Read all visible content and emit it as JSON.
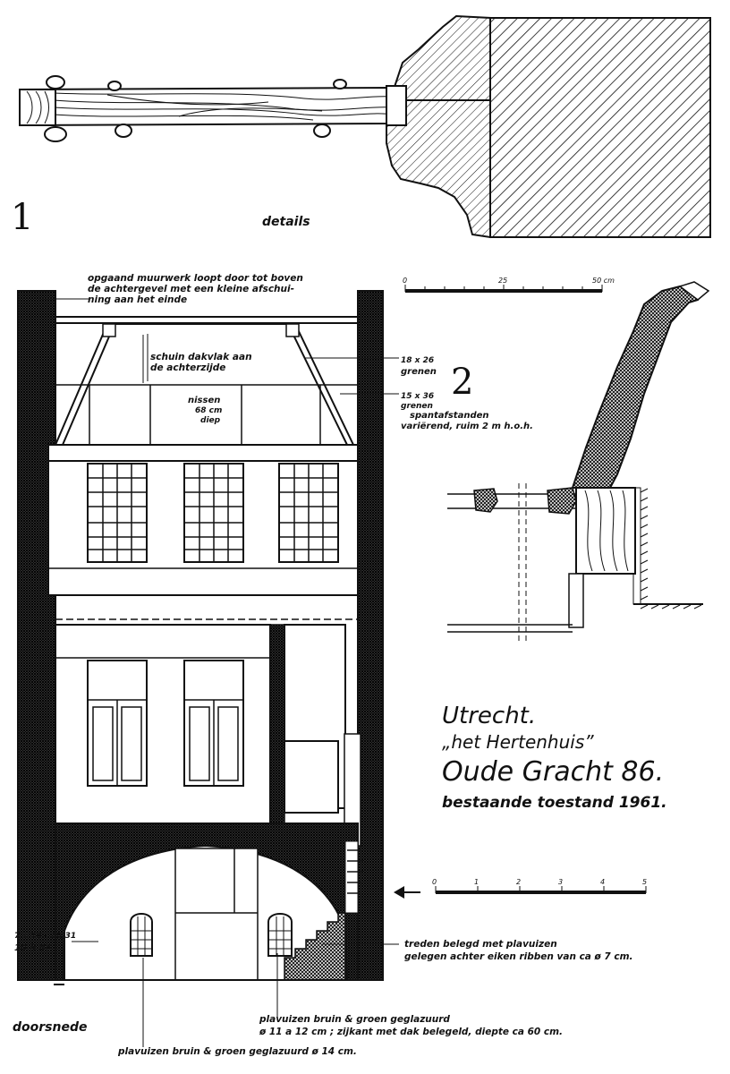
{
  "sheet": {
    "detail_number": "1",
    "detail_caption": "details",
    "section_number": "2",
    "section_caption": "doorsnede"
  },
  "title_block": {
    "line1": "Utrecht.",
    "line2": "„het Hertenhuis”",
    "line3": "Oude Gracht 86.",
    "line4": "bestaande toestand 1961."
  },
  "scales": {
    "detail": {
      "ticks": [
        "0",
        "25",
        "50 cm"
      ]
    },
    "section": {
      "ticks": [
        "0",
        "1",
        "2",
        "3",
        "4",
        "5"
      ]
    }
  },
  "annotations": {
    "masonry_line1": "opgaand muurwerk loopt door tot boven",
    "masonry_line2": "de achtergevel met een kleine afschui-",
    "masonry_line3": "ning aan het einde",
    "roof_line1": "schuin dakvlak aan",
    "roof_line2": "de achterzijde",
    "niche_line1": "nissen",
    "niche_line2": "68 cm",
    "niche_line3": "diep",
    "beam1_size": "18 x 26",
    "beam1_wood": "grenen",
    "beam2_size": "15 x 36",
    "beam2_wood": "grenen",
    "spacing_line1": "spantafstanden",
    "spacing_line2": "variërend, ruim 2 m h.o.h.",
    "joist_line1": "7 x 18 - 30/31",
    "joist_line2": "10 à 86",
    "steps_line1": "treden belegd met plavuizen",
    "steps_line2": "gelegen achter eiken ribben van ca ø 7 cm.",
    "floor_line1": "plavuizen bruin & groen geglazuurd",
    "floor_line2": "ø 11 a 12 cm ; zijkant met dak belegeld, diepte ca 60 cm.",
    "tiles_line": "plavuizen bruin & groen geglazuurd ø 14 cm."
  }
}
